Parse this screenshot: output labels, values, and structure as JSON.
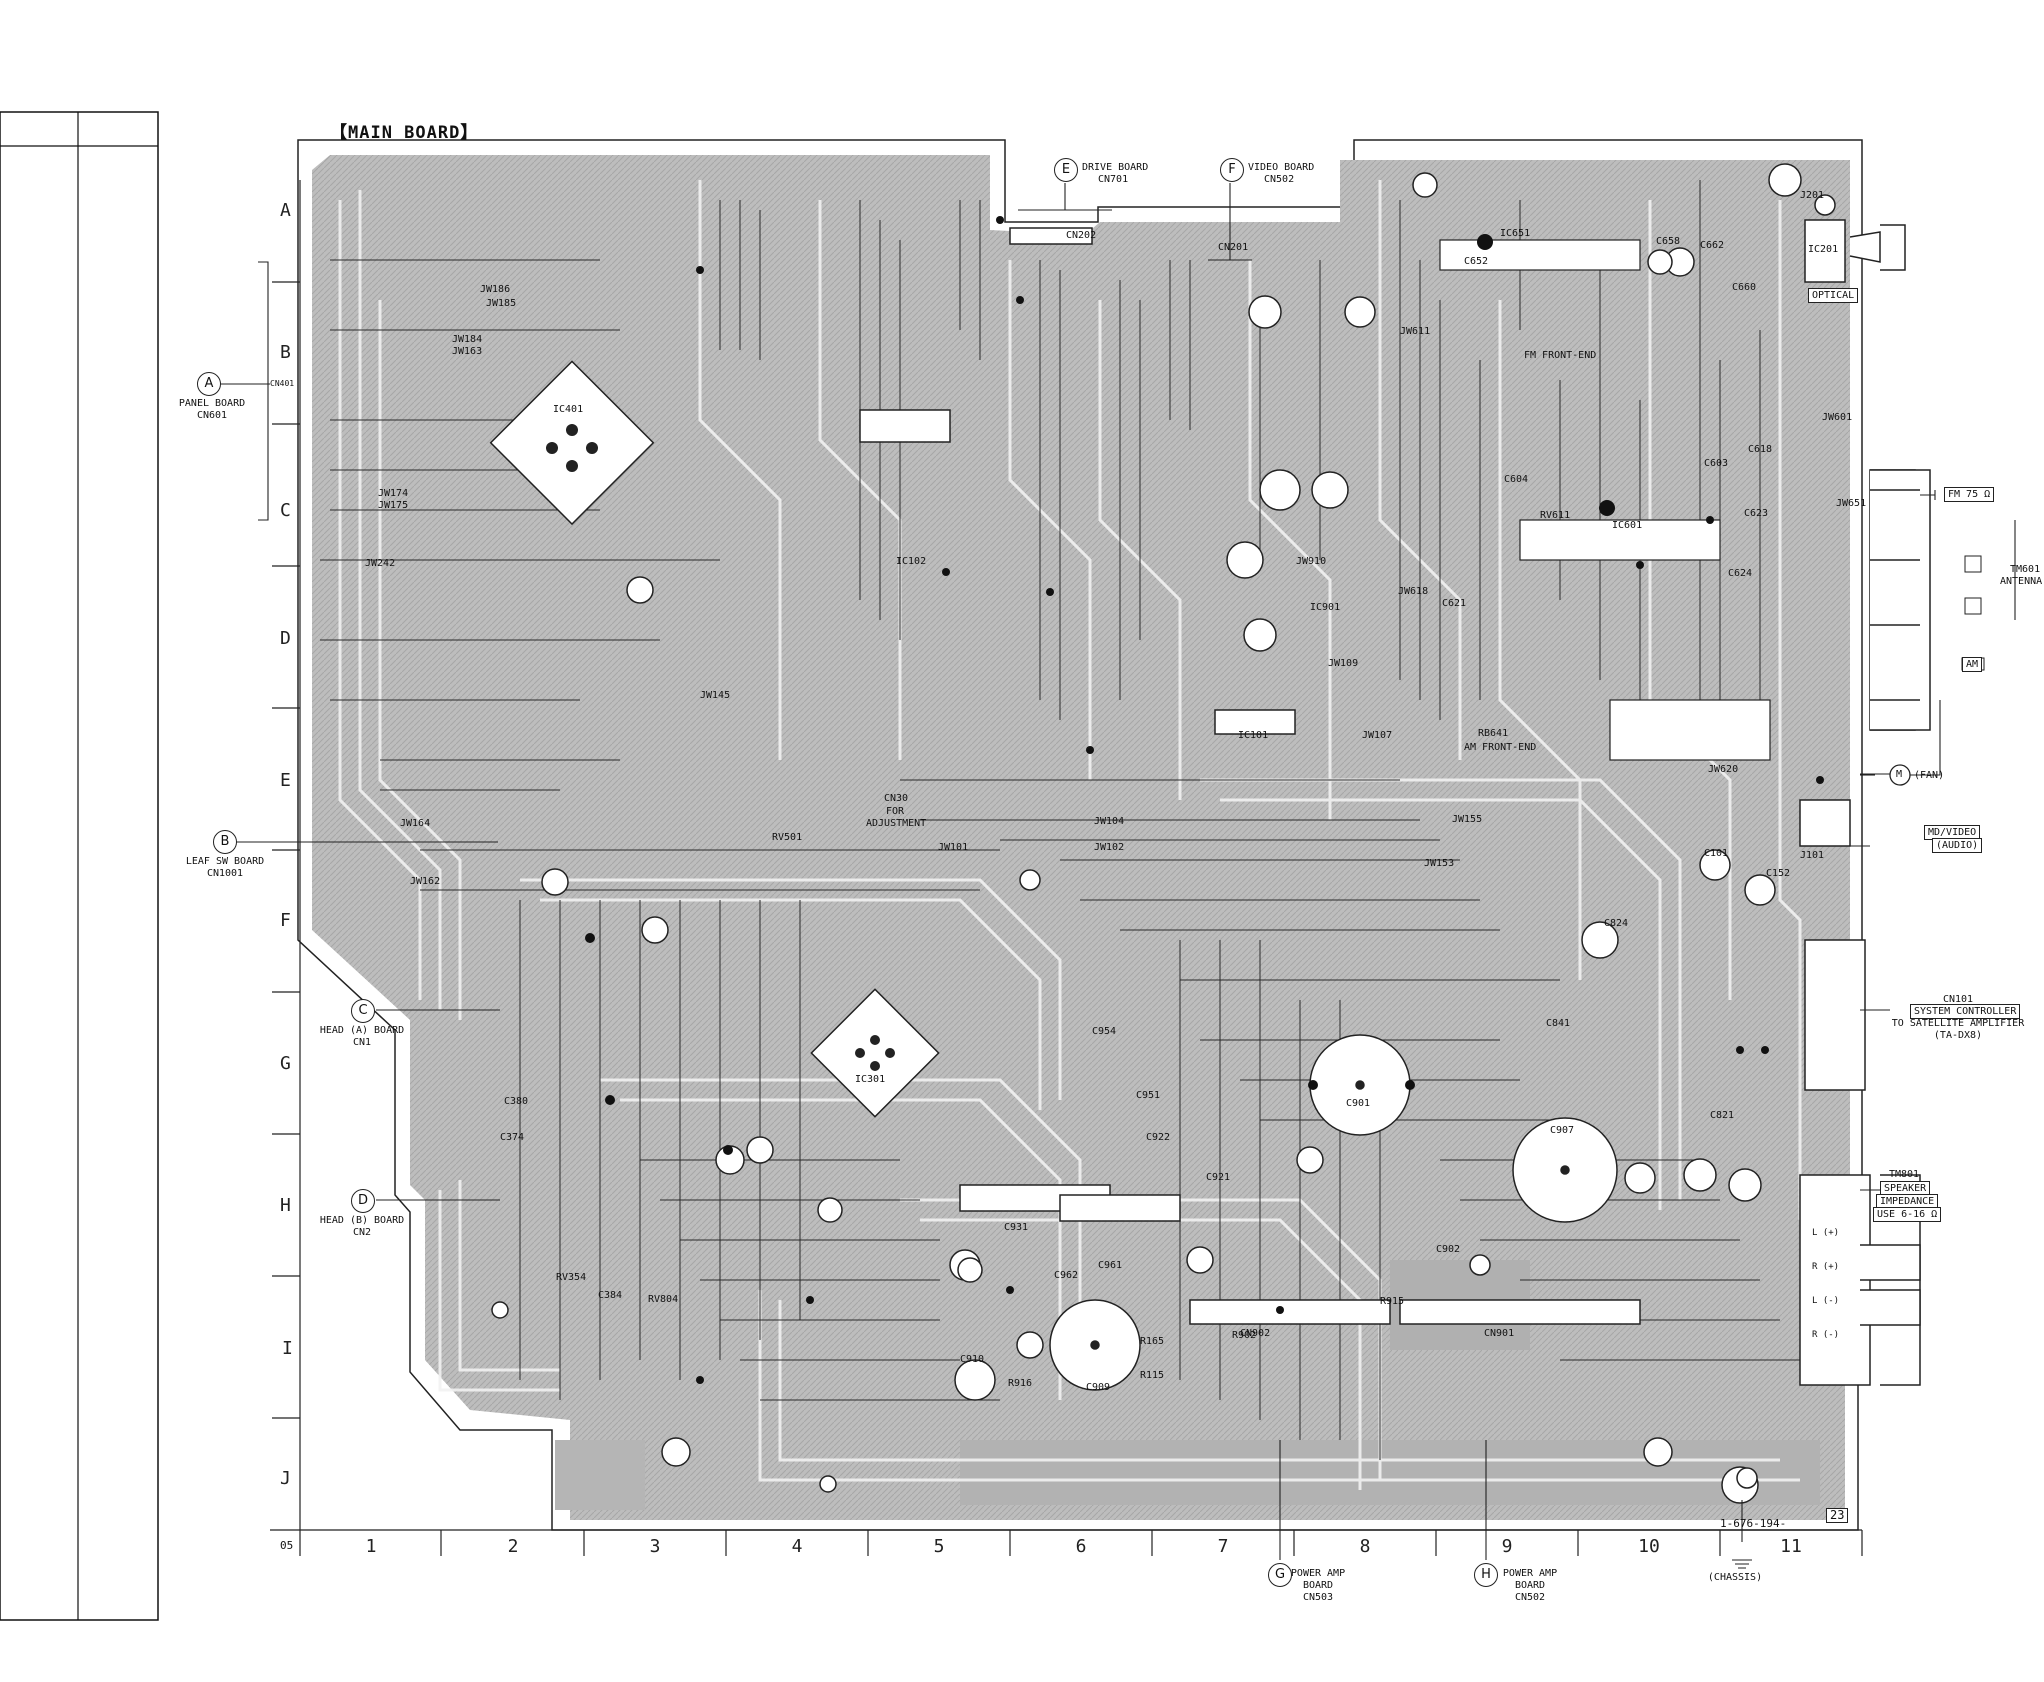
{
  "title": "【MAIN BOARD】",
  "rows": [
    "A",
    "B",
    "C",
    "D",
    "E",
    "F",
    "G",
    "H",
    "I",
    "J"
  ],
  "cols": [
    "1",
    "2",
    "3",
    "4",
    "5",
    "6",
    "7",
    "8",
    "9",
    "10",
    "11"
  ],
  "corner_code": "05",
  "part_number": "1-676-194-",
  "page_number": "23",
  "connectors": {
    "A": {
      "letter": "A",
      "line1": "PANEL BOARD",
      "line2": "CN601"
    },
    "B": {
      "letter": "B",
      "line1": "LEAF SW BOARD",
      "line2": "CN1001"
    },
    "C": {
      "letter": "C",
      "line1": "HEAD (A) BOARD",
      "line2": "CN1"
    },
    "D": {
      "letter": "D",
      "line1": "HEAD (B) BOARD",
      "line2": "CN2"
    },
    "E": {
      "letter": "E",
      "line1": "DRIVE BOARD",
      "line2": "CN701"
    },
    "F": {
      "letter": "F",
      "line1": "VIDEO BOARD",
      "line2": "CN502"
    },
    "G": {
      "letter": "G",
      "line1": "POWER AMP",
      "line2": "BOARD",
      "line3": "CN503"
    },
    "H": {
      "letter": "H",
      "line1": "POWER AMP",
      "line2": "BOARD",
      "line3": "CN502"
    }
  },
  "right_labels": {
    "optical": "OPTICAL",
    "fm": "FM 75 Ω",
    "antenna_ref": "TM601",
    "antenna": "ANTENNA",
    "am": "AM",
    "fan": "(FAN)",
    "fan_motor": "M",
    "md_video_1": "MD/VIDEO",
    "md_video_2": "(AUDIO)",
    "cn101": "CN101",
    "sys_ctrl": "SYSTEM CONTROLLER",
    "to_sat": "TO SATELLITE AMPLIFIER",
    "ta_dx8": "(TA-DX8)",
    "tm801": "TM801",
    "spk1": "SPEAKER",
    "spk2": "IMPEDANCE",
    "spk3": "USE 6-16 Ω",
    "chassis": "(CHASSIS)",
    "spk_terms": [
      "L (+)",
      "R (+)",
      "L (-)",
      "R (-)"
    ]
  },
  "board_labels": [
    {
      "t": "IC401"
    },
    {
      "t": "IC101"
    },
    {
      "t": "IC102"
    },
    {
      "t": "IC201"
    },
    {
      "t": "IC301"
    },
    {
      "t": "IC601"
    },
    {
      "t": "IC651"
    },
    {
      "t": "IC901"
    },
    {
      "t": "CN202"
    },
    {
      "t": "CN201"
    },
    {
      "t": "CN401"
    },
    {
      "t": "CN902"
    },
    {
      "t": "CN901"
    },
    {
      "t": "CN30"
    },
    {
      "t": "FOR"
    },
    {
      "t": "ADJUSTMENT"
    },
    {
      "t": "FM FRONT-END"
    },
    {
      "t": "AM FRONT-END"
    },
    {
      "t": "RB641"
    },
    {
      "t": "C901"
    },
    {
      "t": "C907"
    },
    {
      "t": "C909"
    },
    {
      "t": "C902"
    },
    {
      "t": "J101"
    },
    {
      "t": "J201"
    },
    {
      "t": "JW162"
    },
    {
      "t": "JW145"
    },
    {
      "t": "JW102"
    },
    {
      "t": "JW101"
    },
    {
      "t": "JW155"
    },
    {
      "t": "JW153"
    },
    {
      "t": "JW104"
    },
    {
      "t": "JW107"
    },
    {
      "t": "JW109"
    },
    {
      "t": "JW620"
    },
    {
      "t": "JW618"
    },
    {
      "t": "JW651"
    },
    {
      "t": "JW611"
    },
    {
      "t": "JW601"
    },
    {
      "t": "JW910"
    },
    {
      "t": "JW242"
    },
    {
      "t": "JW174"
    },
    {
      "t": "JW175"
    },
    {
      "t": "JW163"
    },
    {
      "t": "JW164"
    },
    {
      "t": "JW184"
    },
    {
      "t": "JW185"
    },
    {
      "t": "JW186"
    },
    {
      "t": "C652"
    },
    {
      "t": "C658"
    },
    {
      "t": "C662"
    },
    {
      "t": "C660"
    },
    {
      "t": "C604"
    },
    {
      "t": "C603"
    },
    {
      "t": "C618"
    },
    {
      "t": "C623"
    },
    {
      "t": "C624"
    },
    {
      "t": "C621"
    },
    {
      "t": "C101"
    },
    {
      "t": "C152"
    },
    {
      "t": "C824"
    },
    {
      "t": "C821"
    },
    {
      "t": "C841"
    },
    {
      "t": "C961"
    },
    {
      "t": "C962"
    },
    {
      "t": "C931"
    },
    {
      "t": "C921"
    },
    {
      "t": "C922"
    },
    {
      "t": "C954"
    },
    {
      "t": "C951"
    },
    {
      "t": "C910"
    },
    {
      "t": "C380"
    },
    {
      "t": "C374"
    },
    {
      "t": "C384"
    },
    {
      "t": "RV501"
    },
    {
      "t": "RV611"
    },
    {
      "t": "RV354"
    },
    {
      "t": "RV804"
    },
    {
      "t": "R902"
    },
    {
      "t": "R915"
    },
    {
      "t": "R916"
    },
    {
      "t": "R165"
    },
    {
      "t": "R115"
    }
  ]
}
